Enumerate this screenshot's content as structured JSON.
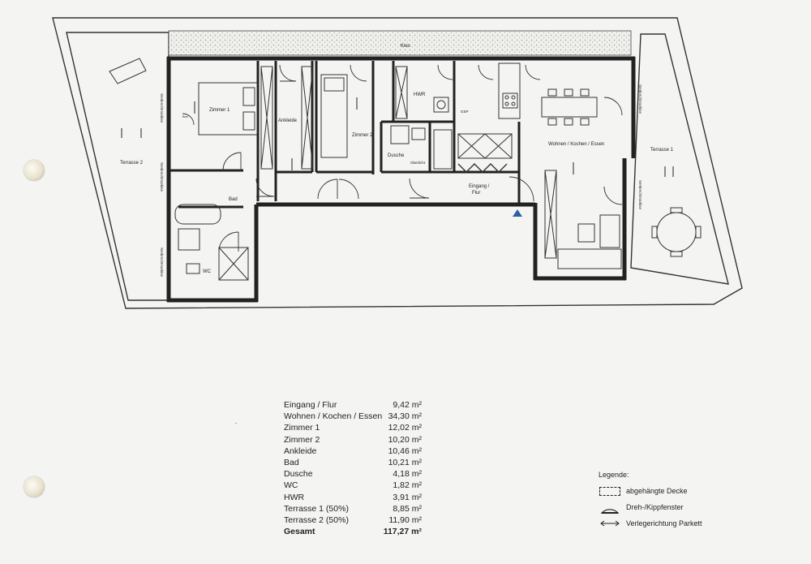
{
  "rooms": {
    "kies": "Kies",
    "terrasse2": "Terrasse 2",
    "terrasse1": "Terrasse 1",
    "zimmer1": "Zimmer 1",
    "ankleide": "Ankleide",
    "zimmer2": "Zimmer 2",
    "hwr": "HWR",
    "dusche": "Dusche",
    "oberlicht": "Oberlicht",
    "gsp": "GSP",
    "wohnen": "Wohnen / Kochen / Essen",
    "eingang_line1": "Eingang /",
    "eingang_line2": "Flur",
    "bad": "Bad",
    "wc": "WC",
    "bvs": "Bvs",
    "senk1": "Senkrechtmarkise",
    "senk2": "Senkrechtmarkise",
    "senk3": "Senkrechtmarkise",
    "senk4": "Senkrechtmarkise",
    "senk5": "Senkrechtmarkise"
  },
  "areas": [
    {
      "name": "Eingang / Flur",
      "value": "9,42 m²"
    },
    {
      "name": "Wohnen / Kochen / Essen",
      "value": "34,30 m²"
    },
    {
      "name": "Zimmer 1",
      "value": "12,02 m²"
    },
    {
      "name": "Zimmer 2",
      "value": "10,20 m²"
    },
    {
      "name": "Ankleide",
      "value": "10,46 m²"
    },
    {
      "name": "Bad",
      "value": "10,21 m²"
    },
    {
      "name": "Dusche",
      "value": "4,18 m²"
    },
    {
      "name": "WC",
      "value": "1,82 m²"
    },
    {
      "name": "HWR",
      "value": "3,91 m²"
    },
    {
      "name": "Terrasse 1 (50%)",
      "value": "8,85 m²"
    },
    {
      "name": "Terrasse 2 (50%)",
      "value": "11,90 m²"
    }
  ],
  "total": {
    "name": "Gesamt",
    "value": "117,27 m²"
  },
  "legend": {
    "title": "Legende:",
    "items": [
      "abgehängte Decke",
      "Dreh-/Kippfenster",
      "Verlegerichtung Parkett"
    ]
  }
}
